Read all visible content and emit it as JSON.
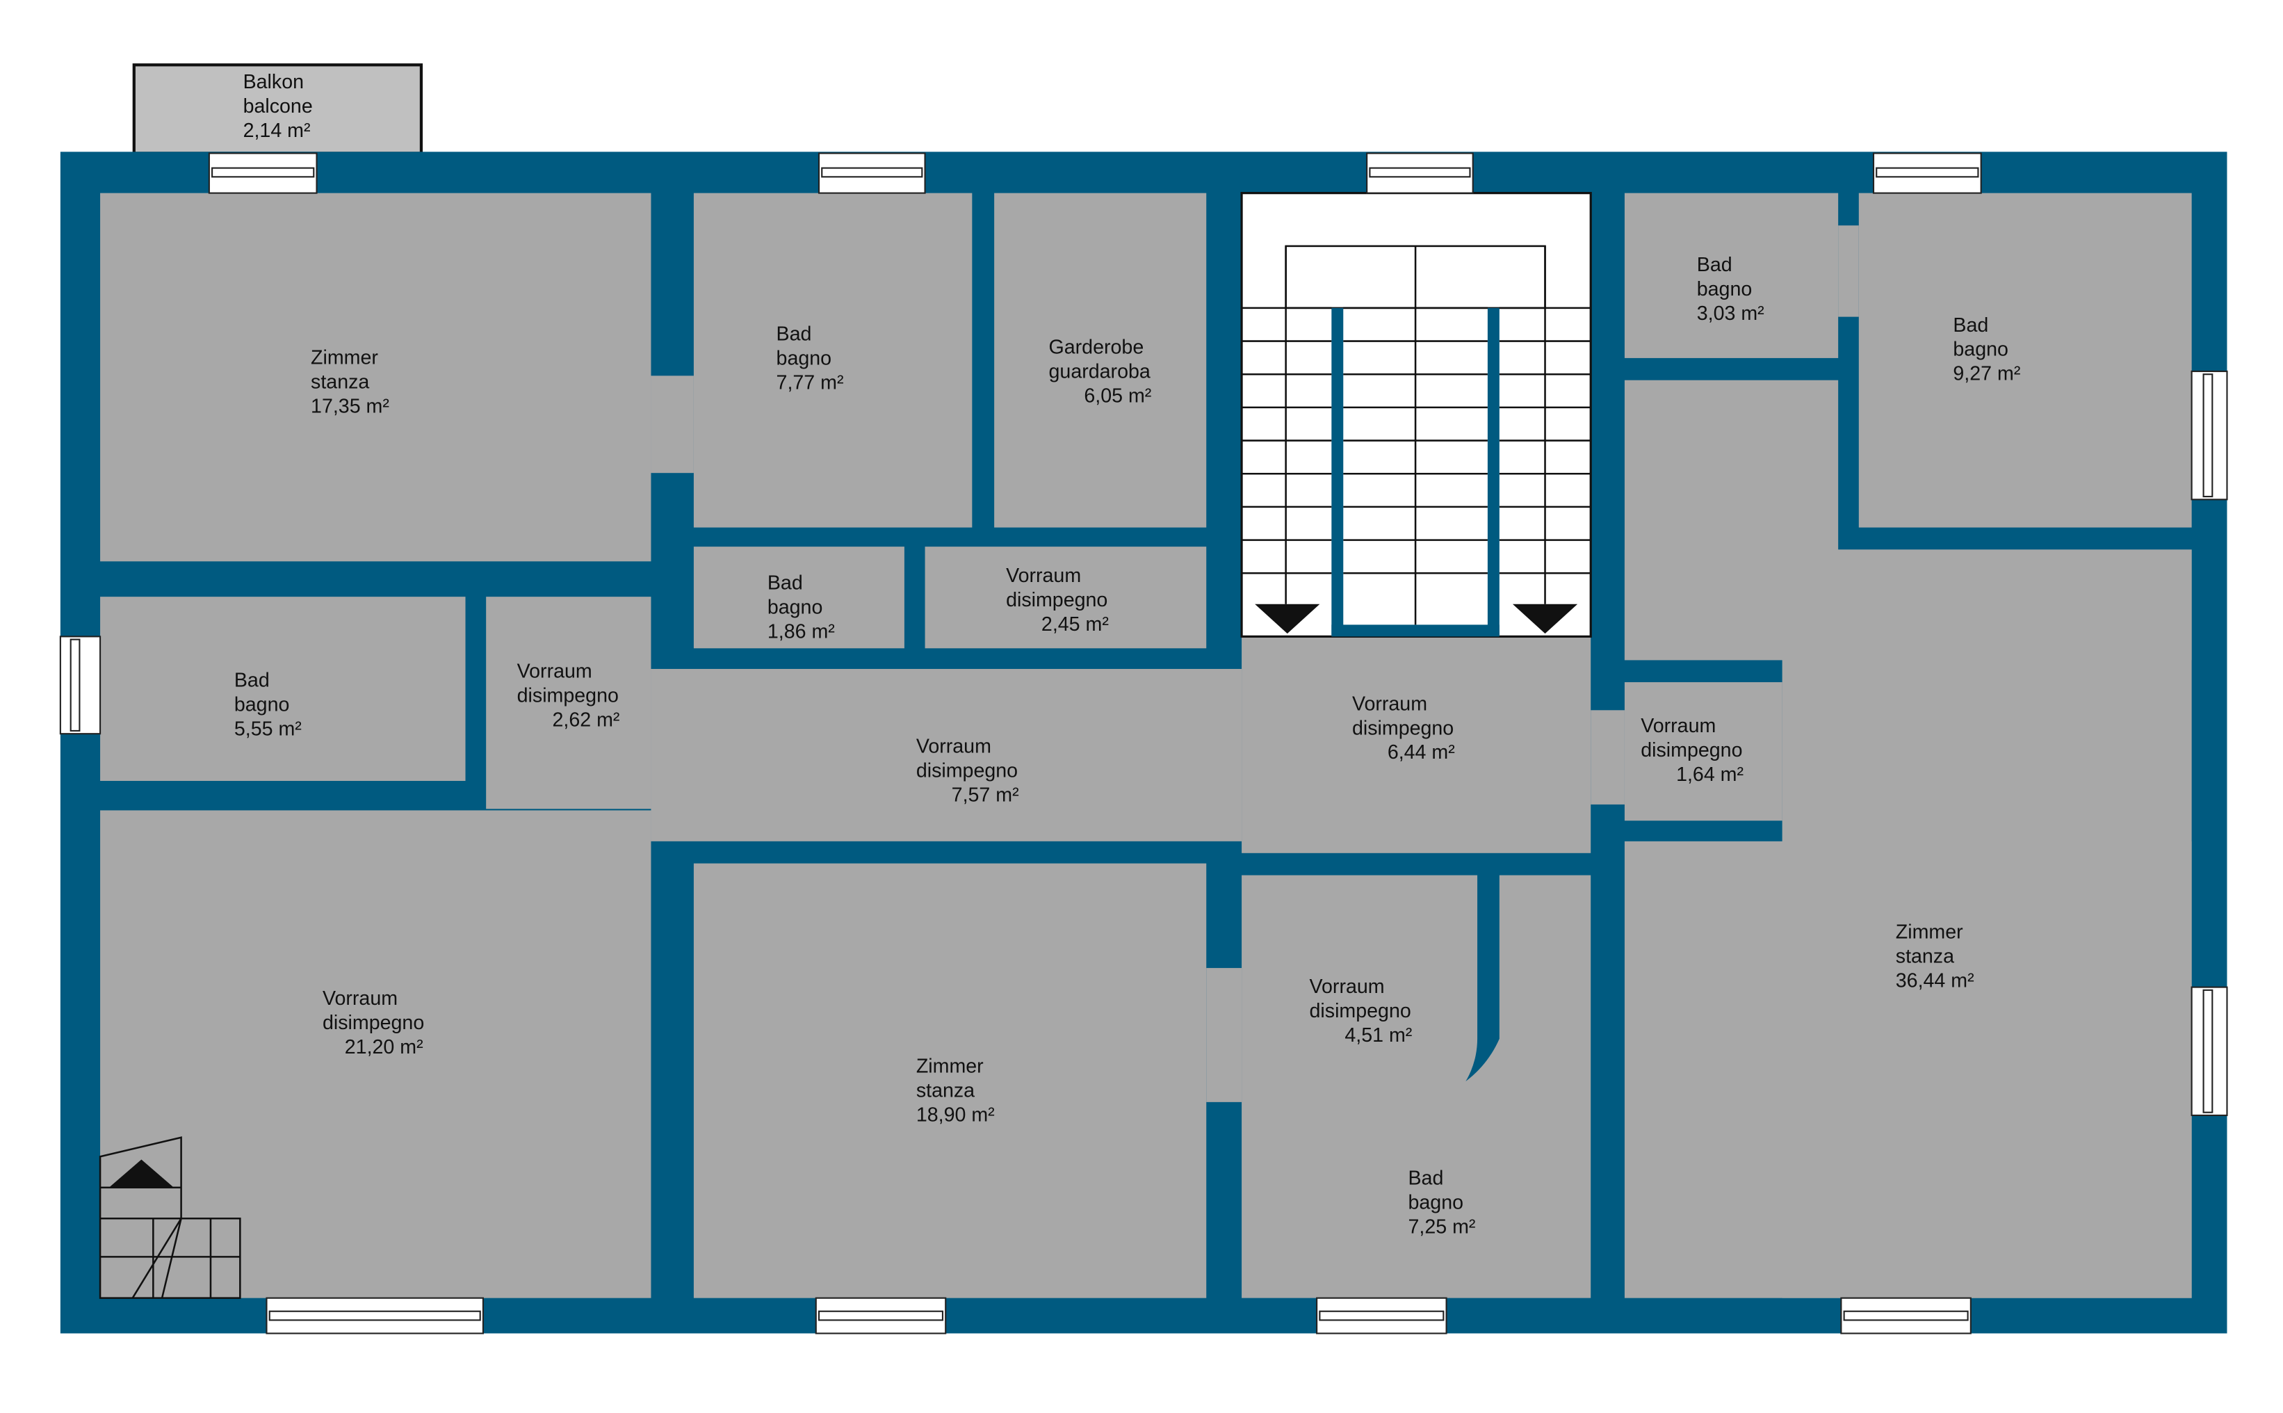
{
  "colors": {
    "wall": "#005a80",
    "room": "#a8a8a8",
    "balcony": "#c0c0c0"
  },
  "rooms": [
    {
      "id": "balkon",
      "de": "Balkon",
      "it": "balcone",
      "area": "2,14 m²"
    },
    {
      "id": "zimmer1",
      "de": "Zimmer",
      "it": "stanza",
      "area": "17,35 m²"
    },
    {
      "id": "bad1",
      "de": "Bad",
      "it": "bagno",
      "area": "7,77 m²"
    },
    {
      "id": "garderobe",
      "de": "Garderobe",
      "it": "guardaroba",
      "area": "6,05 m²"
    },
    {
      "id": "bad2",
      "de": "Bad",
      "it": "bagno",
      "area": "3,03 m²"
    },
    {
      "id": "bad3",
      "de": "Bad",
      "it": "bagno",
      "area": "9,27 m²"
    },
    {
      "id": "bad4",
      "de": "Bad",
      "it": "bagno",
      "area": "1,86 m²"
    },
    {
      "id": "vorraum1",
      "de": "Vorraum",
      "it": "disimpegno",
      "area": "2,45 m²"
    },
    {
      "id": "bad5",
      "de": "Bad",
      "it": "bagno",
      "area": "5,55 m²"
    },
    {
      "id": "vorraum2",
      "de": "Vorraum",
      "it": "disimpegno",
      "area": "2,62 m²"
    },
    {
      "id": "vorraum3",
      "de": "Vorraum",
      "it": "disimpegno",
      "area": "7,57 m²"
    },
    {
      "id": "vorraum4",
      "de": "Vorraum",
      "it": "disimpegno",
      "area": "6,44 m²"
    },
    {
      "id": "vorraum5",
      "de": "Vorraum",
      "it": "disimpegno",
      "area": "1,64 m²"
    },
    {
      "id": "zimmer2",
      "de": "Zimmer",
      "it": "stanza",
      "area": "36,44 m²"
    },
    {
      "id": "vorraum6",
      "de": "Vorraum",
      "it": "disimpegno",
      "area": "21,20 m²"
    },
    {
      "id": "zimmer3",
      "de": "Zimmer",
      "it": "stanza",
      "area": "18,90 m²"
    },
    {
      "id": "vorraum7",
      "de": "Vorraum",
      "it": "disimpegno",
      "area": "4,51 m²"
    },
    {
      "id": "bad6",
      "de": "Bad",
      "it": "bagno",
      "area": "7,25 m²"
    }
  ]
}
